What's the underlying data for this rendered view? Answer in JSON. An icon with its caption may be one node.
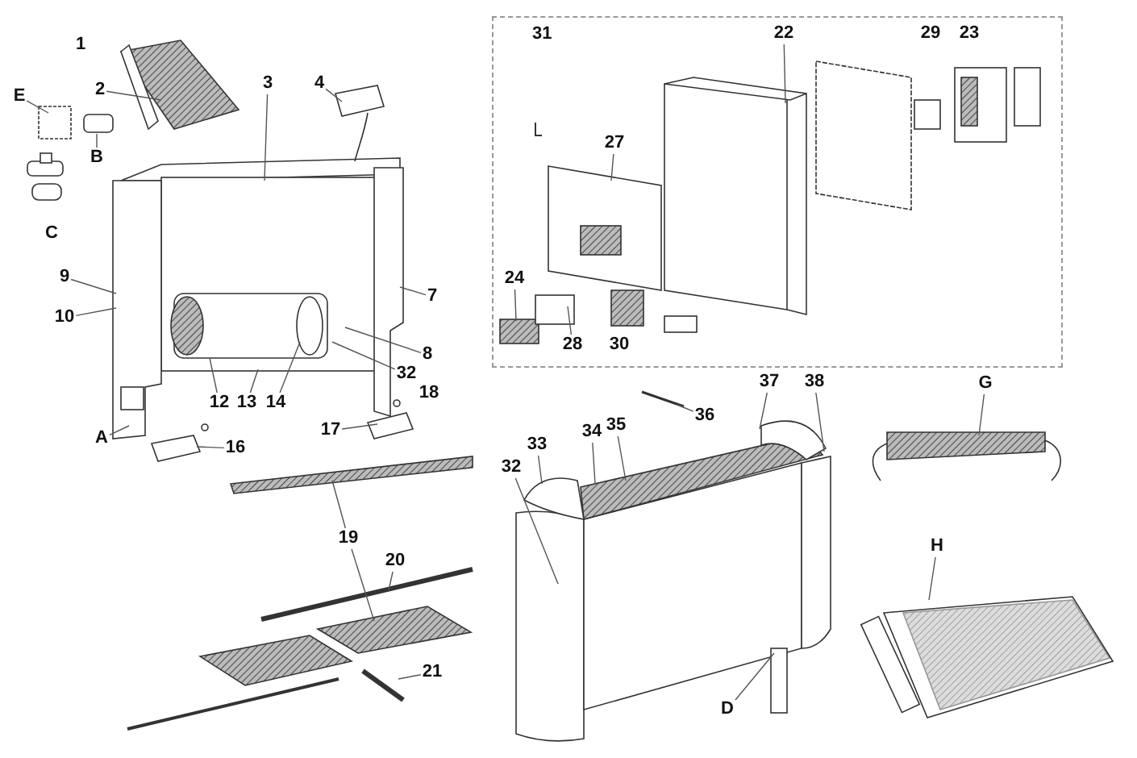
{
  "diagram": {
    "nodes": [
      {
        "text": [
          "2"
        ]
      },
      {
        "text": [
          "E"
        ]
      },
      {
        "text": [
          "B"
        ]
      },
      {
        "text": [
          "3"
        ]
      },
      {
        "text": [
          "4"
        ]
      },
      {
        "text": [
          "9"
        ]
      },
      {
        "text": [
          "10"
        ]
      },
      {
        "text": [
          "7"
        ]
      },
      {
        "text": [
          "8"
        ]
      },
      {
        "text": [
          "32"
        ]
      },
      {
        "text": [
          "12"
        ]
      },
      {
        "text": [
          "13"
        ]
      },
      {
        "text": [
          "14"
        ]
      },
      {
        "text": [
          "17"
        ]
      },
      {
        "text": [
          "A"
        ]
      },
      {
        "text": [
          "16"
        ]
      },
      {
        "text": [
          "19"
        ]
      },
      {
        "text": [
          "20"
        ]
      },
      {
        "text": [
          "21"
        ]
      },
      {
        "text": [
          "31"
        ]
      },
      {
        "text": [
          "22"
        ],
        "in": 19
      },
      {
        "text": [
          "27"
        ],
        "in": 19
      },
      {
        "text": [
          "24"
        ],
        "in": 19
      },
      {
        "text": [
          "28"
        ],
        "in": 19
      },
      {
        "text": [
          "37"
        ]
      },
      {
        "text": [
          "38"
        ]
      },
      {
        "text": [
          "36"
        ]
      },
      {
        "text": [
          "35"
        ]
      },
      {
        "text": [
          "34"
        ]
      },
      {
        "text": [
          "33"
        ]
      },
      {
        "text": [
          "32"
        ]
      },
      {
        "text": [
          "G"
        ]
      },
      {
        "text": [
          "H"
        ]
      },
      {
        "text": [
          "D"
        ]
      },
      {
        "text": [],
        "shape": "picture"
      },
      {
        "text": [],
        "shape": "box"
      },
      {
        "text": [],
        "shape": "box"
      },
      {
        "text": [],
        "shape": "picture"
      },
      {
        "text": [],
        "shape": "picture"
      },
      {
        "text": [],
        "shape": "picture"
      },
      {
        "text": [],
        "shape": "picture"
      },
      {
        "text": [],
        "shape": "bar"
      },
      {
        "text": [],
        "shape": "picture"
      },
      {
        "text": [],
        "shape": "picture"
      },
      {
        "text": [],
        "shape": "picture"
      },
      {
        "text": [],
        "shape": "picture",
        "in": 19
      },
      {
        "text": [],
        "shape": "picture",
        "in": 19
      },
      {
        "text": [],
        "shape": "box",
        "in": 19
      },
      {
        "text": [],
        "shape": "box",
        "in": 19
      },
      {
        "text": [],
        "shape": "picture"
      },
      {
        "text": [],
        "shape": "picture"
      },
      {
        "text": [],
        "shape": "picture"
      },
      {
        "text": [],
        "shape": "picture"
      }
    ],
    "edges": [
      {
        "from": 0,
        "to": 34,
        "arrow": "none"
      },
      {
        "from": 1,
        "to": 35,
        "arrow": "none"
      },
      {
        "from": 2,
        "to": 36,
        "arrow": "none"
      },
      {
        "from": 3,
        "to": 37,
        "arrow": "none"
      },
      {
        "from": 4,
        "to": 38,
        "arrow": "none"
      },
      {
        "from": 5,
        "to": 37,
        "arrow": "none"
      },
      {
        "from": 6,
        "to": 37,
        "arrow": "none"
      },
      {
        "from": 7,
        "to": 37,
        "arrow": "none"
      },
      {
        "from": 8,
        "to": 37,
        "arrow": "none"
      },
      {
        "from": 9,
        "to": 37,
        "arrow": "none"
      },
      {
        "from": 10,
        "to": 37,
        "arrow": "none"
      },
      {
        "from": 11,
        "to": 37,
        "arrow": "none"
      },
      {
        "from": 12,
        "to": 37,
        "arrow": "none"
      },
      {
        "from": 13,
        "to": 40,
        "arrow": "none"
      },
      {
        "from": 14,
        "to": 37,
        "arrow": "none"
      },
      {
        "from": 15,
        "to": 39,
        "arrow": "none"
      },
      {
        "from": 16,
        "to": 41,
        "arrow": "none"
      },
      {
        "from": 16,
        "to": 42,
        "arrow": "none"
      },
      {
        "from": 17,
        "to": 43,
        "arrow": "none"
      },
      {
        "from": 18,
        "to": 44,
        "arrow": "none"
      },
      {
        "from": 20,
        "to": 46,
        "arrow": "none"
      },
      {
        "from": 21,
        "to": 45,
        "arrow": "none"
      },
      {
        "from": 22,
        "to": 47,
        "arrow": "none"
      },
      {
        "from": 23,
        "to": 48,
        "arrow": "none"
      },
      {
        "from": 24,
        "to": 49,
        "arrow": "none"
      },
      {
        "from": 25,
        "to": 49,
        "arrow": "none"
      },
      {
        "from": 26,
        "to": 50,
        "arrow": "none"
      },
      {
        "from": 27,
        "to": 49,
        "arrow": "none"
      },
      {
        "from": 28,
        "to": 49,
        "arrow": "none"
      },
      {
        "from": 29,
        "to": 49,
        "arrow": "none"
      },
      {
        "from": 30,
        "to": 49,
        "arrow": "none"
      },
      {
        "from": 31,
        "to": 51,
        "arrow": "none"
      },
      {
        "from": 32,
        "to": 52,
        "arrow": "none"
      },
      {
        "from": 33,
        "to": 49,
        "arrow": "none"
      }
    ],
    "labels": [
      "1",
      "C",
      "18",
      "29",
      "23",
      "30"
    ]
  }
}
